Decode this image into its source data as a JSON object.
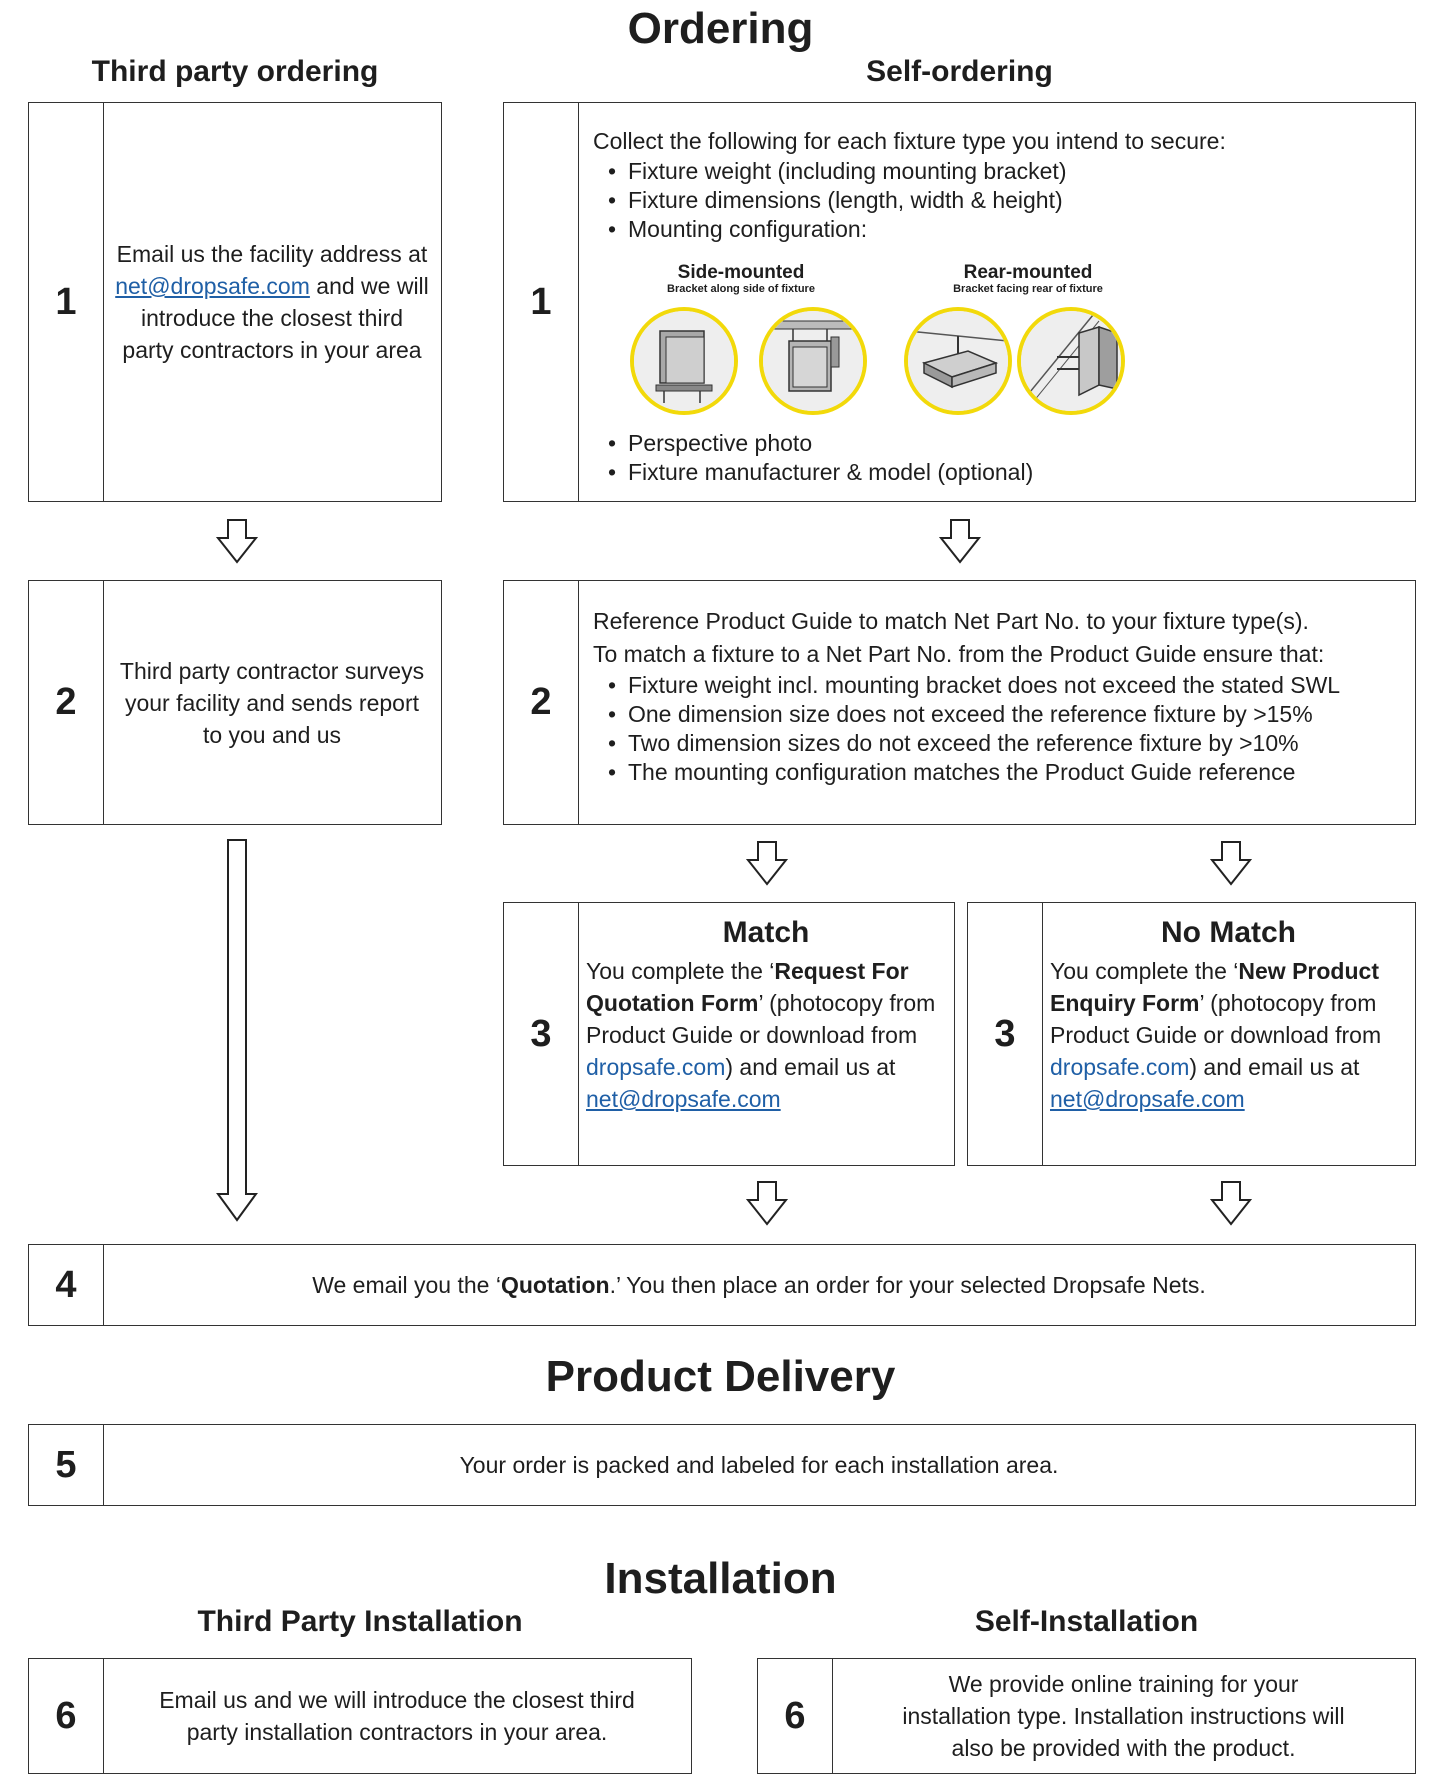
{
  "sections": {
    "ordering_title": "Ordering",
    "third_party_ordering": "Third party ordering",
    "self_ordering": "Self-ordering",
    "delivery_title": "Product Delivery",
    "installation_title": "Installation",
    "third_party_installation": "Third Party Installation",
    "self_installation": "Self-Installation"
  },
  "third_party": {
    "step1": {
      "number": "1",
      "text_before": "Email us the facility address at ",
      "email": "net@dropsafe.com",
      "text_after": " and we will introduce the closest third party contractors in your area"
    },
    "step2": {
      "number": "2",
      "text": "Third party contractor surveys your facility and sends report to you and us"
    }
  },
  "self": {
    "step1": {
      "number": "1",
      "intro": "Collect the following for each fixture type you intend to secure:",
      "bullets_top": [
        "Fixture weight (including mounting bracket)",
        "Fixture dimensions (length, width & height)",
        "Mounting configuration:"
      ],
      "side_mounted_title": "Side-mounted",
      "side_mounted_sub": "Bracket along side of fixture",
      "rear_mounted_title": "Rear-mounted",
      "rear_mounted_sub": "Bracket facing rear of fixture",
      "bullets_bottom": [
        "Perspective photo",
        "Fixture manufacturer & model (optional)"
      ]
    },
    "step2": {
      "number": "2",
      "line1": "Reference Product Guide to match Net Part No. to your fixture type(s).",
      "line2": "To match a fixture to a Net Part No. from the Product Guide ensure that:",
      "bullets": [
        "Fixture weight incl. mounting bracket does not exceed the stated SWL",
        "One dimension size does not exceed the reference fixture by >15%",
        "Two dimension sizes do not exceed the reference fixture by >10%",
        "The mounting configuration matches the Product Guide reference"
      ]
    },
    "match": {
      "number": "3",
      "title": "Match",
      "pre": "You complete the ‘",
      "form": "Request For Quotation Form",
      "mid": "’ (photocopy from Product Guide or download from ",
      "site": "dropsafe.com",
      "post": ") and email us at ",
      "email": "net@dropsafe.com"
    },
    "nomatch": {
      "number": "3",
      "title": "No Match",
      "pre": "You complete the ‘",
      "form": "New Product Enquiry Form",
      "mid": "’ (photocopy from Product Guide or download from ",
      "site": "dropsafe.com",
      "post": ") and email us at ",
      "email": "net@dropsafe.com"
    }
  },
  "step4": {
    "number": "4",
    "pre": "We email you the ‘",
    "bold": "Quotation",
    "post": ".’ You then place an order for your selected Dropsafe Nets."
  },
  "step5": {
    "number": "5",
    "text": "Your order is packed and labeled for each installation area."
  },
  "install_third": {
    "number": "6",
    "text": "Email us and we will introduce the closest third party installation contractors in your area."
  },
  "install_self": {
    "number": "6",
    "text": "We provide online training for your installation type. Installation instructions will also be provided with the product."
  },
  "colors": {
    "link": "#1f5fa6",
    "circle_border": "#f2d90a",
    "border": "#333333"
  }
}
